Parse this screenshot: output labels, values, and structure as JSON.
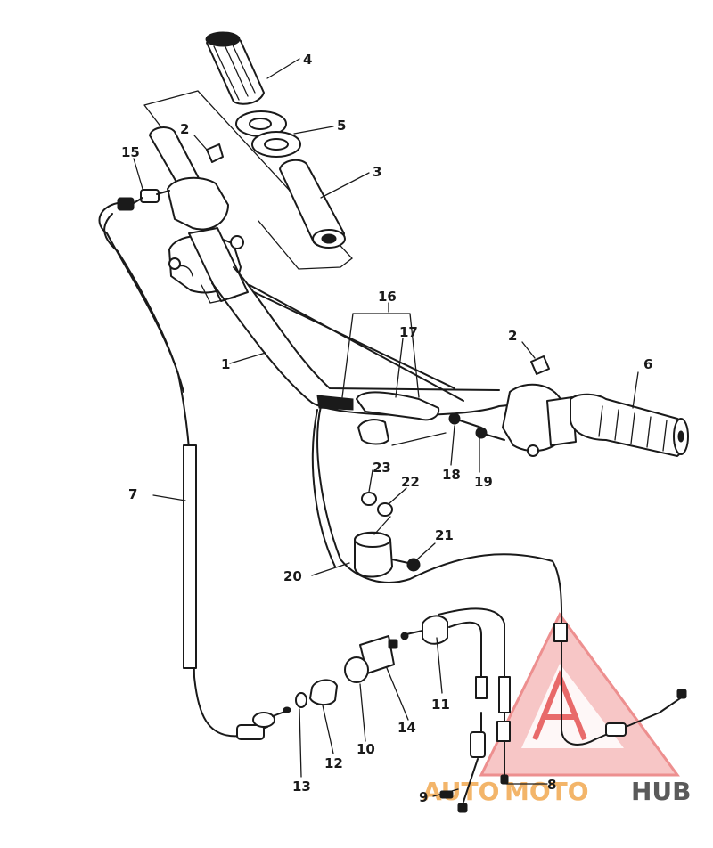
{
  "callouts": {
    "c1": "1",
    "c2a": "2",
    "c2b": "2",
    "c3": "3",
    "c4": "4",
    "c5": "5",
    "c6": "6",
    "c7": "7",
    "c8": "8",
    "c9": "9",
    "c10": "10",
    "c11": "11",
    "c12": "12",
    "c13": "13",
    "c14": "14",
    "c15": "15",
    "c16": "16",
    "c17": "17",
    "c18": "18",
    "c19": "19",
    "c20": "20",
    "c21": "21",
    "c22": "22",
    "c23": "23"
  },
  "watermark": {
    "text_auto": "AUTO",
    "text_moto": "MOTO",
    "text_hub": "HUB",
    "colors": {
      "accent": "#e86a6a",
      "orange": "#f3b56a",
      "dark": "#5a5a5a"
    }
  }
}
